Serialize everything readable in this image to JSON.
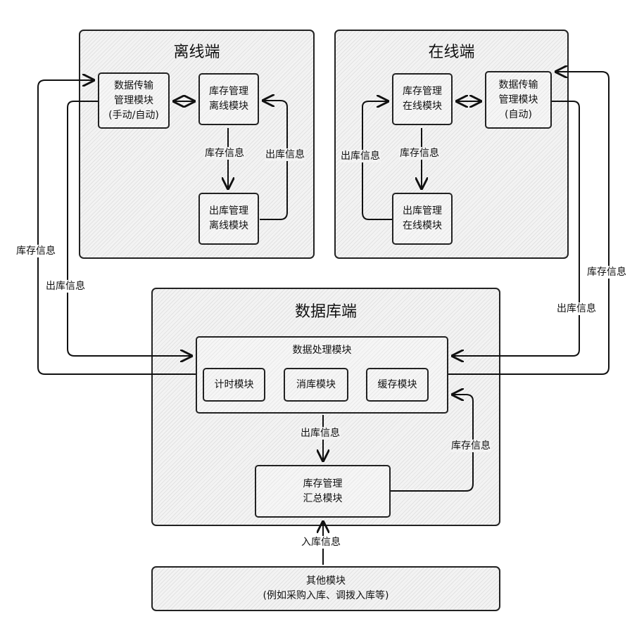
{
  "offline": {
    "title": "离线端",
    "transfer_box": [
      "数据传输",
      "管理模块",
      "(手动/自动)"
    ],
    "inventory_box": [
      "库存管理",
      "离线模块"
    ],
    "outbound_box": [
      "出库管理",
      "离线模块"
    ],
    "label_inventory_info": "库存信息",
    "label_outbound_info": "出库信息"
  },
  "online": {
    "title": "在线端",
    "inventory_box": [
      "库存管理",
      "在线模块"
    ],
    "transfer_box": [
      "数据传输",
      "管理模块",
      "(自动)"
    ],
    "outbound_box": [
      "出库管理",
      "在线模块"
    ],
    "label_inventory_info": "库存信息",
    "label_outbound_info": "出库信息"
  },
  "database": {
    "title": "数据库端",
    "processing": {
      "title": "数据处理模块",
      "timer": "计时模块",
      "deduct": "消库模块",
      "cache": "缓存模块"
    },
    "summary_box": [
      "库存管理",
      "汇总模块"
    ],
    "label_outbound_info": "出库信息",
    "label_inventory_info": "库存信息"
  },
  "other": {
    "lines": [
      "其他模块",
      "(例如采购入库、调拨入库等)"
    ],
    "label_inbound_info": "入库信息"
  },
  "outer_labels": {
    "left_inventory": "库存信息",
    "left_outbound": "出库信息",
    "right_inventory": "库存信息",
    "right_outbound": "出库信息"
  }
}
